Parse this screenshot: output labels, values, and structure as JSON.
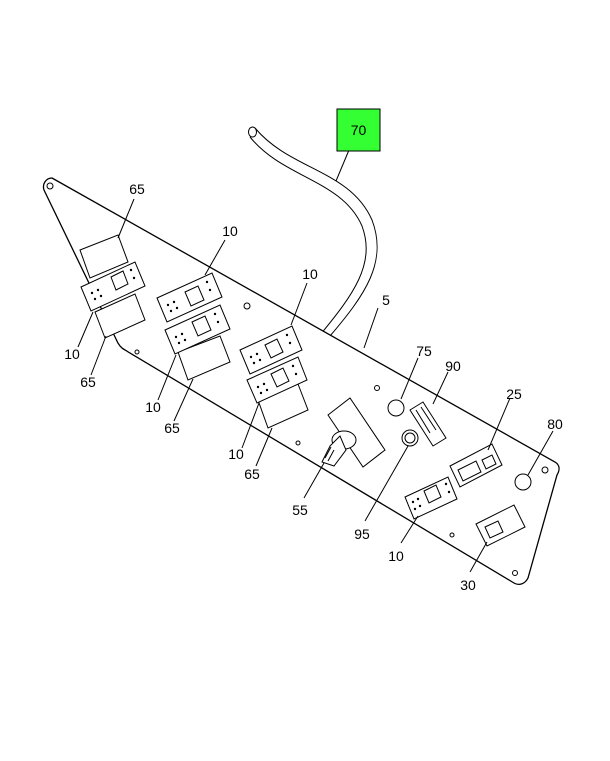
{
  "callouts": {
    "c70": "70",
    "c65a": "65",
    "c10a": "10",
    "c10b": "10",
    "c5": "5",
    "c10c": "10",
    "c65b": "65",
    "c10d": "10",
    "c65c": "65",
    "c75": "75",
    "c90": "90",
    "c25": "25",
    "c80": "80",
    "c10e": "10",
    "c65d": "65",
    "c55": "55",
    "c95": "95",
    "c10f": "10",
    "c30": "30"
  },
  "highlight_color": "#33ff33"
}
